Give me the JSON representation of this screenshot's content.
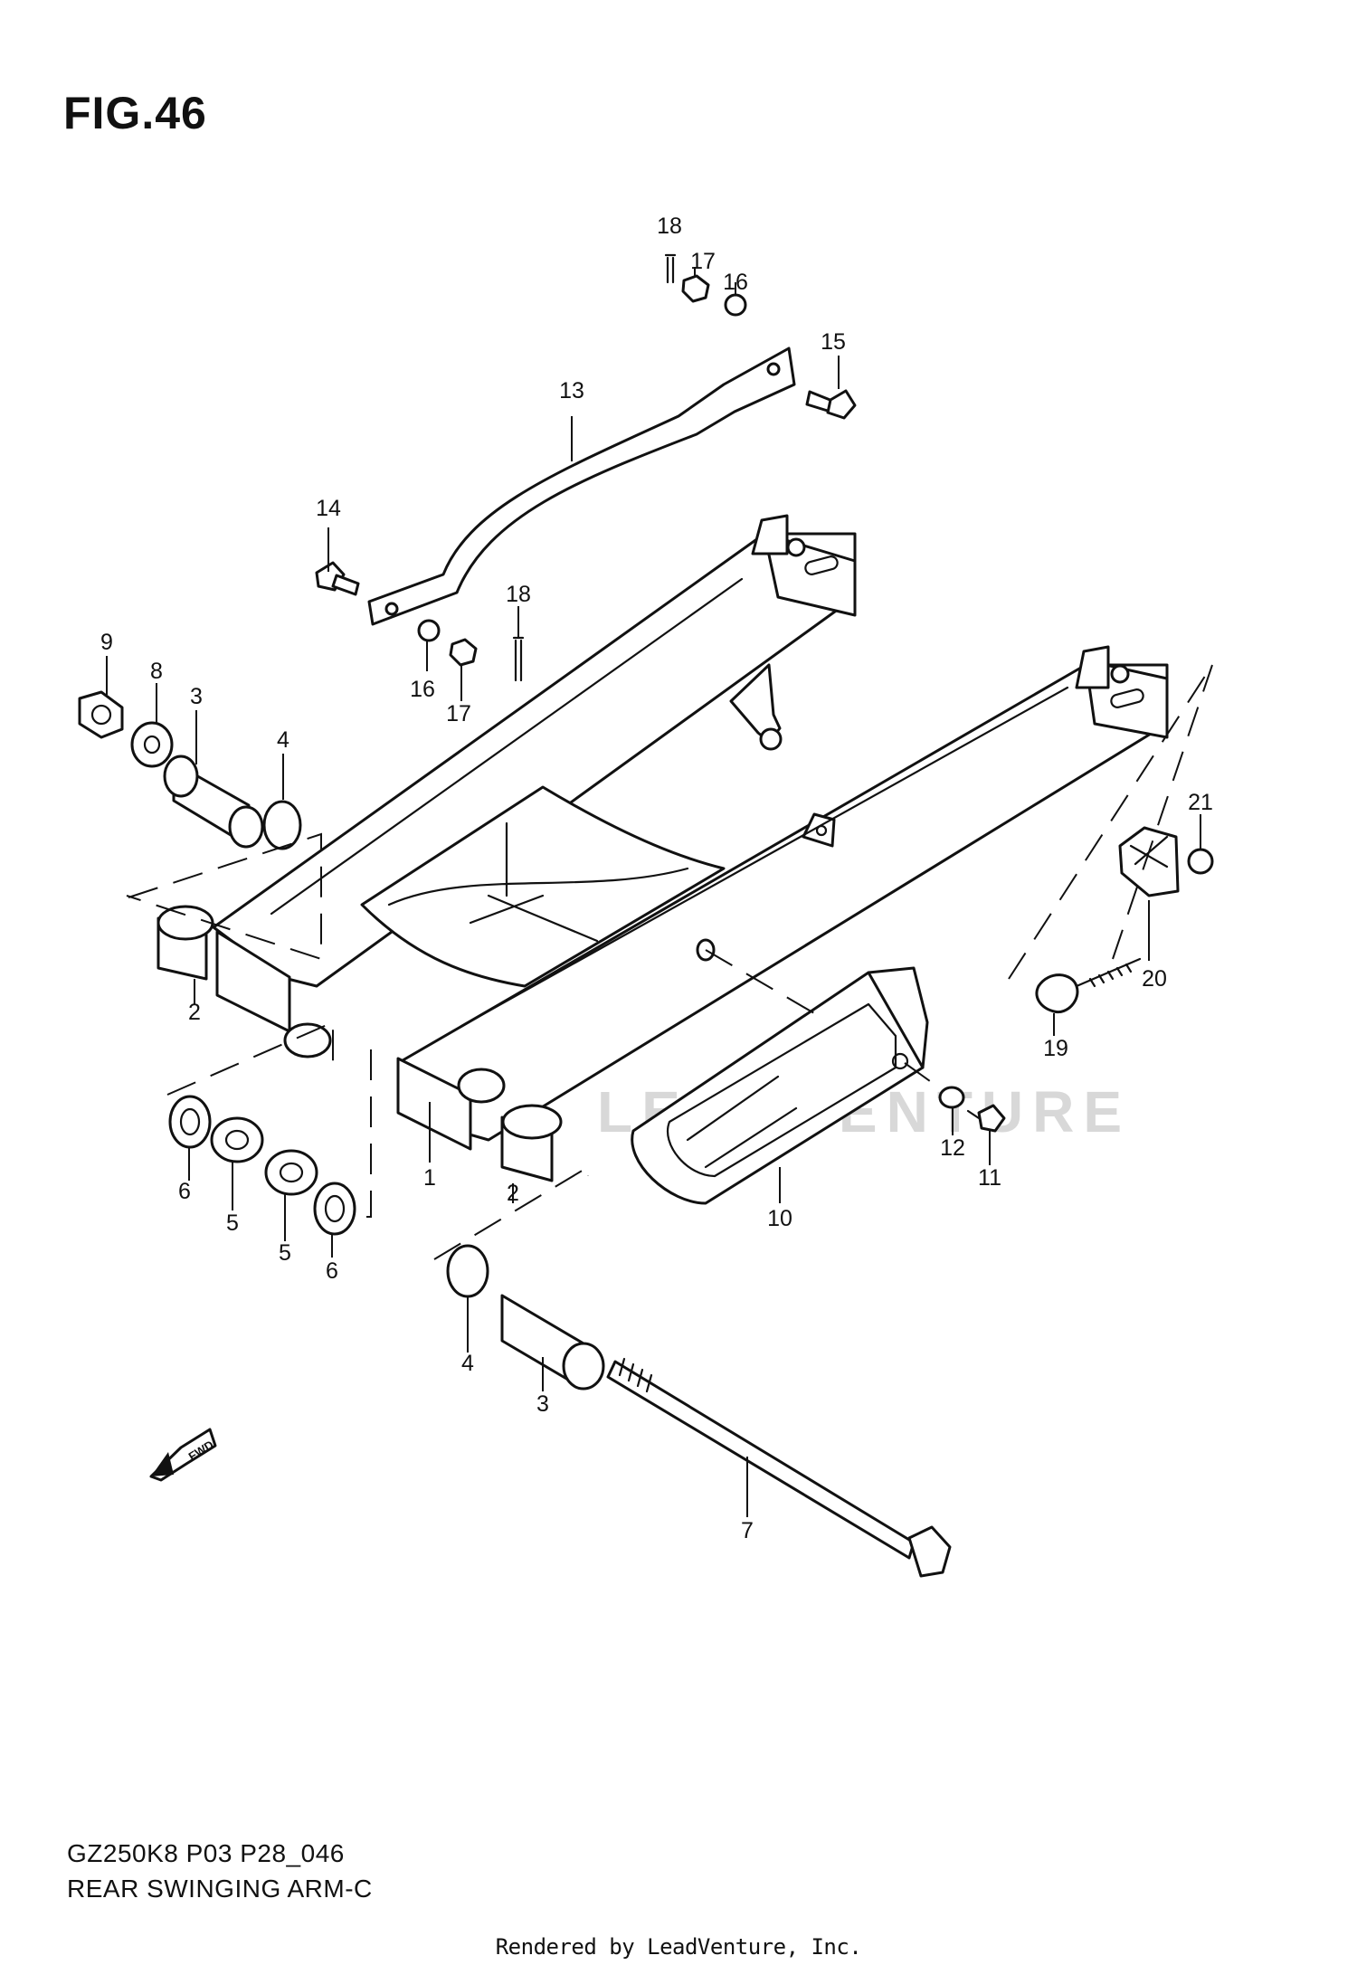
{
  "figure_title": "FIG.46",
  "diagram_code": "GZ250K8 P03 P28_046",
  "diagram_name": "REAR SWINGING ARM-C",
  "credit": "Rendered by LeadVenture, Inc.",
  "watermark": "LEADVENTURE",
  "fwd_label": "FWD",
  "callouts": {
    "c1": "1",
    "c2a": "2",
    "c2b": "2",
    "c3a": "3",
    "c3b": "3",
    "c4a": "4",
    "c4b": "4",
    "c5a": "5",
    "c5b": "5",
    "c6a": "6",
    "c6b": "6",
    "c7": "7",
    "c8": "8",
    "c9": "9",
    "c10": "10",
    "c11": "11",
    "c12": "12",
    "c13": "13",
    "c14": "14",
    "c15": "15",
    "c16a": "16",
    "c16b": "16",
    "c17a": "17",
    "c17b": "17",
    "c18a": "18",
    "c18b": "18",
    "c19": "19",
    "c20": "20",
    "c21": "21"
  }
}
